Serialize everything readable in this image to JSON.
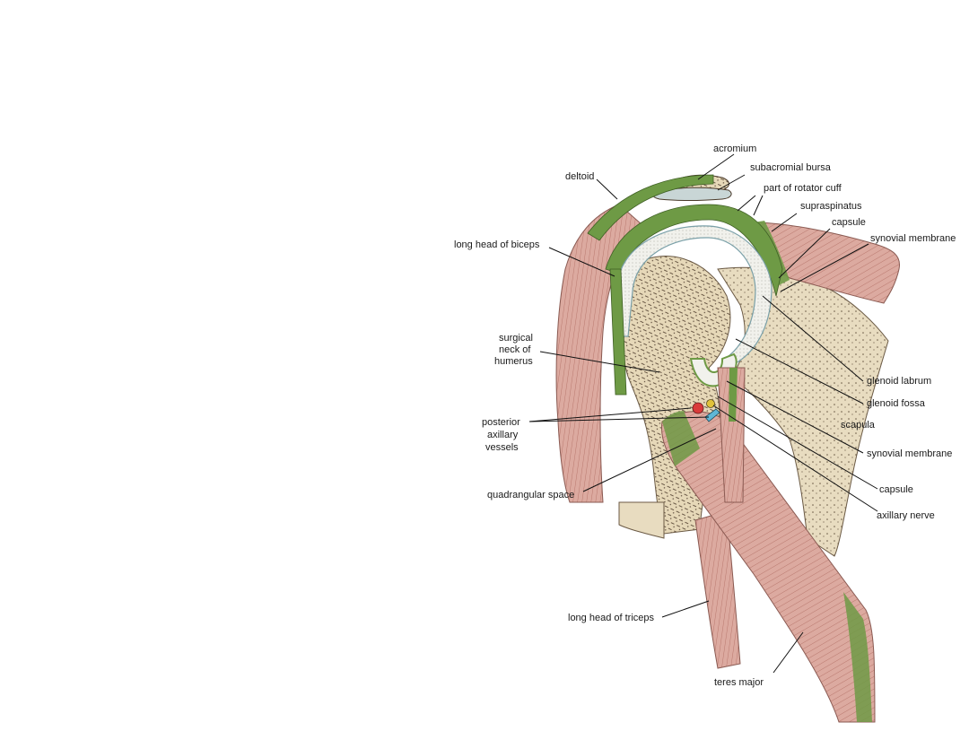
{
  "diagram": {
    "labels": {
      "acromium": "acromium",
      "subacromial_bursa": "subacromial bursa",
      "deltoid": "deltoid",
      "rotator_cuff": "part of rotator cuff",
      "supraspinatus": "supraspinatus",
      "capsule_top": "capsule",
      "synovial_top": "synovial membrane",
      "biceps": "long head of biceps",
      "surgical_1": "surgical",
      "surgical_2": "neck of",
      "surgical_3": "humerus",
      "glenoid_labrum": "glenoid labrum",
      "glenoid_fossa": "glenoid fossa",
      "posterior_1": "posterior",
      "posterior_2": "axillary",
      "posterior_3": "vessels",
      "scapula": "scapula",
      "synovial_bottom": "synovial membrane",
      "quadrangular": "quadrangular space",
      "capsule_bottom": "capsule",
      "axillary_nerve": "axillary nerve",
      "triceps": "long head of triceps",
      "teres_major": "teres major"
    },
    "colors": {
      "bone": "#e8dcc0",
      "muscle": "#d9a39a",
      "muscle_dark": "#c98a80",
      "tendon_green": "#6e9a45",
      "cartilage": "#f1f1ec",
      "capsule_blue": "#a9c8cc",
      "artery": "#d93a3a",
      "vein": "#5fb7d6",
      "nerve": "#e0c33a"
    }
  }
}
